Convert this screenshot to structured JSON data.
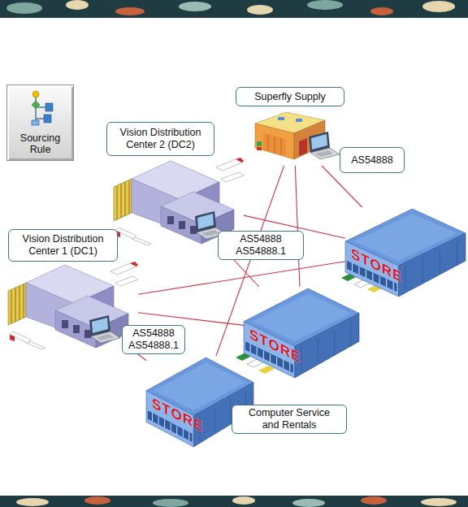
{
  "diagram": {
    "nodes": [
      {
        "text": [
          "Sourcing Rule"
        ]
      },
      {
        "text": [
          "Superfly Supply",
          "AS54888"
        ]
      },
      {
        "text": [
          "Vision Distribution Center 2 (DC2)",
          "AS54888 AS54888.1"
        ]
      },
      {
        "text": [
          "Vision Distribution Center 1 (DC1)",
          "AS54888 AS54888.1"
        ]
      },
      {
        "text": [
          "STORE"
        ]
      },
      {
        "text": [
          "STORE"
        ]
      },
      {
        "text": [
          "STORE",
          "Computer Service and Rentals"
        ]
      }
    ],
    "edges": [
      {
        "from": 1,
        "to": 4,
        "arrow": "none"
      },
      {
        "from": 1,
        "to": 5,
        "arrow": "none"
      },
      {
        "from": 1,
        "to": 6,
        "arrow": "none"
      },
      {
        "from": 2,
        "to": 4,
        "arrow": "none"
      },
      {
        "from": 2,
        "to": 5,
        "arrow": "none"
      },
      {
        "from": 3,
        "to": 4,
        "arrow": "none"
      },
      {
        "from": 3,
        "to": 5,
        "arrow": "none"
      },
      {
        "from": 3,
        "to": 6,
        "arrow": "none"
      }
    ]
  }
}
